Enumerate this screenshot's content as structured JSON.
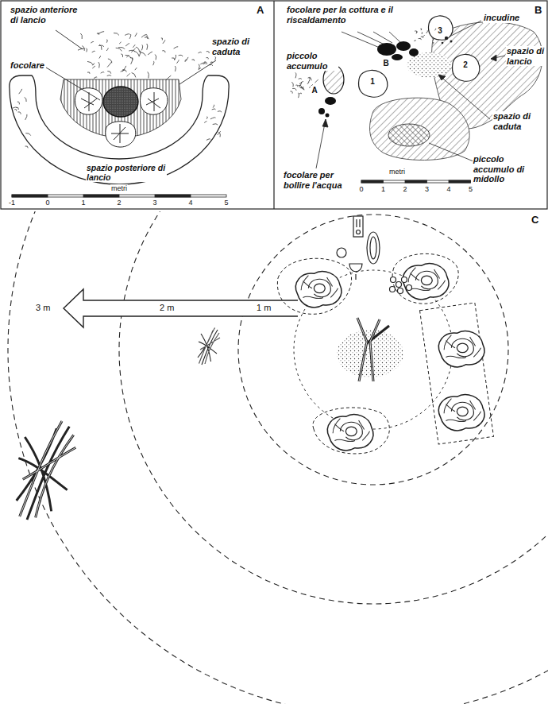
{
  "diagram": {
    "labels": [
      "A",
      "spazio anteriore di lancio",
      "focolare",
      "spazio di caduta",
      "spazio posteriore di lancio",
      "metri",
      "-1",
      "0",
      "1",
      "2",
      "3",
      "4",
      "5",
      "B",
      "focolare per la cottura e il riscaldamento",
      "incudine",
      "spazio di lancio",
      "piccolo accumulo",
      "spazio di caduta",
      "piccolo accumulo di midollo",
      "focolare per bollire l'acqua",
      "metri",
      "0",
      "1",
      "2",
      "3",
      "4",
      "5",
      "3",
      "2",
      "1",
      "A",
      "B",
      "C",
      "3 m",
      "2 m",
      "1 m"
    ]
  }
}
